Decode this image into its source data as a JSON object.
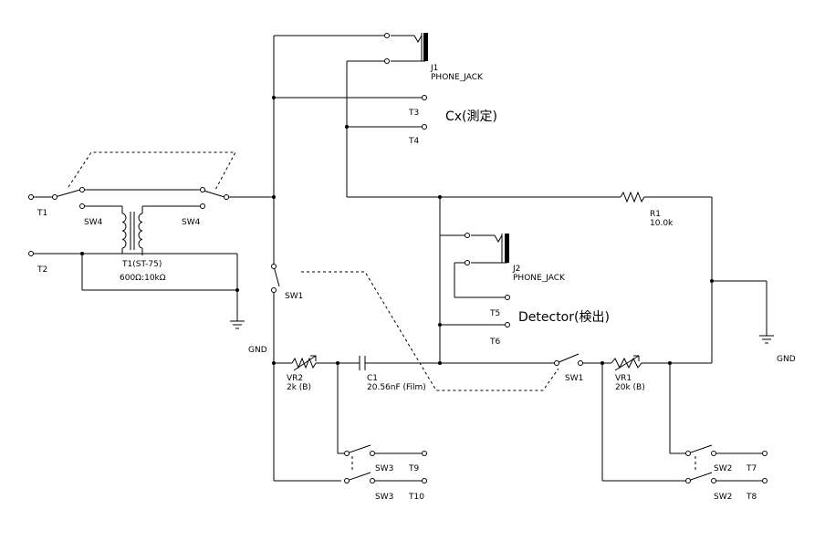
{
  "labels": {
    "t1": "T1",
    "t2": "T2",
    "t3": "T3",
    "t4": "T4",
    "t5": "T5",
    "t6": "T6",
    "t7": "T7",
    "t8": "T8",
    "t9": "T9",
    "t10": "T10",
    "sw4_left": "SW4",
    "sw4_right": "SW4",
    "transformer_name": "T1(ST-75)",
    "transformer_ratio": "600Ω:10kΩ",
    "sw1_vertical": "SW1",
    "sw1_horizontal": "SW1",
    "gnd_left": "GND",
    "gnd_right": "GND",
    "vr2_name": "VR2",
    "vr2_value": "2k (B)",
    "c1_name": "C1",
    "c1_value": "20.56nF (Film)",
    "vr1_name": "VR1",
    "vr1_value": "20k (B)",
    "r1_name": "R1",
    "r1_value": "10.0k",
    "j1_name": "J1",
    "j1_type": "PHONE_JACK",
    "j2_name": "J2",
    "j2_type": "PHONE_JACK",
    "cx_label": "Cx(測定)",
    "detector_label": "Detector(検出)",
    "sw3_upper": "SW3",
    "sw3_lower": "SW3",
    "sw2_upper": "SW2",
    "sw2_lower": "SW2"
  }
}
